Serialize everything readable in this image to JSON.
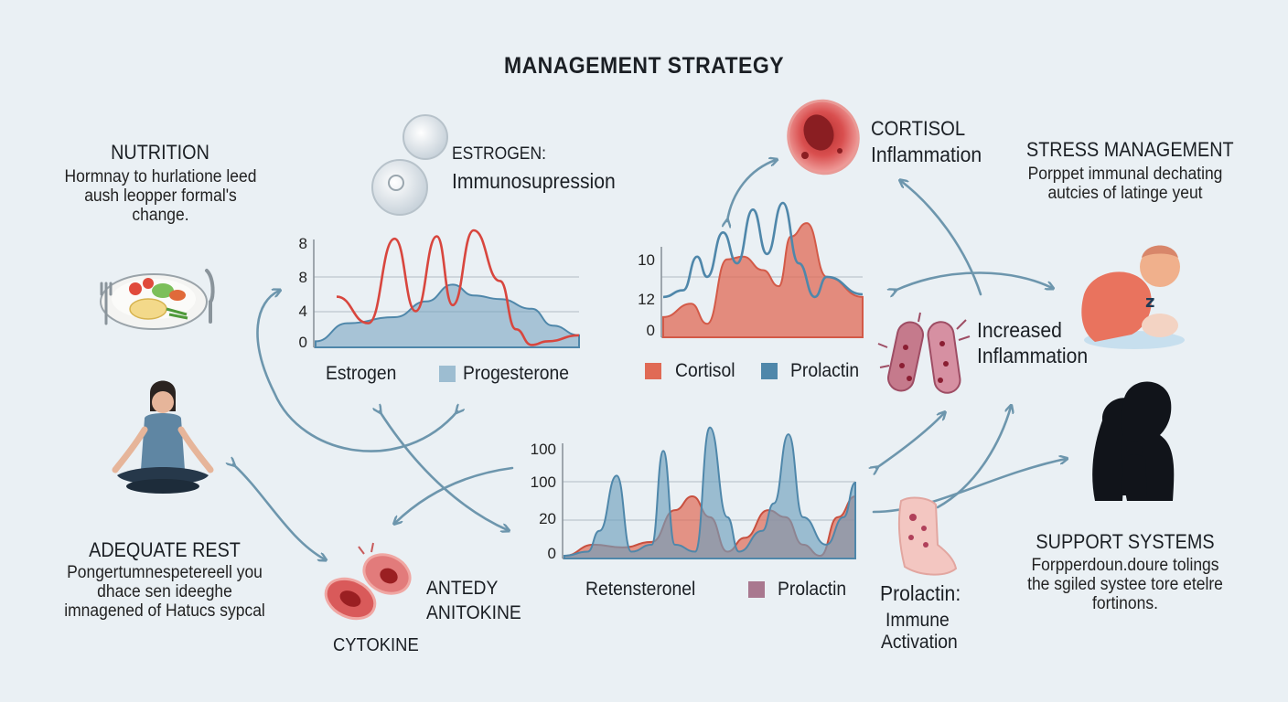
{
  "title": "MANAGEMENT STRATEGY",
  "colors": {
    "background": "#eaf0f4",
    "blue_series": "#6f9fbd",
    "red_series": "#e06a55",
    "purple_swatch": "#a9788f",
    "arrow": "#6d96ad"
  },
  "sections": {
    "nutrition": {
      "title": "NUTRITION",
      "body": "Hormnay to hurlatione leed aush leopper formal's change.",
      "icon": "food-plate-icon"
    },
    "adequate_rest": {
      "title": "ADEQUATE REST",
      "body": "Pongertumnespetereell you dhace sen ideeghe imnagened of Hatucs sypcal",
      "icon": "meditation-icon"
    },
    "stress_management": {
      "title": "STRESS MANAGEMENT",
      "body": "Porppet immunal dechating autcies of latinge yeut",
      "icon": "mother-baby-icon"
    },
    "support_systems": {
      "title": "SUPPORT SYSTEMS",
      "body": "Forpperdoun.doure tolings the sgiled systee tore etelre fortinons.",
      "icon": "family-silhouette-icon"
    }
  },
  "labels": {
    "estrogen_prefix": "ESTROGEN:",
    "estrogen_effect": "Immunosupression",
    "cortisol_prefix": "CORTISOL",
    "cortisol_effect": "Inflammation",
    "increased_1": "Increased",
    "increased_2": "Inflammation",
    "antedy": "ANTEDY",
    "anitokine": "ANITOKINE",
    "cytokine": "CYTOKINE",
    "prolactin_prefix": "Prolactin:",
    "prolactin_effect_1": "Immune",
    "prolactin_effect_2": "Activation"
  },
  "chart_data": [
    {
      "type": "line",
      "id": "estrogen-chart",
      "y_ticks": [
        "8",
        "8",
        "4",
        "0"
      ],
      "legend": [
        {
          "label": "Estrogen",
          "color": "#d8463e",
          "swatch": false
        },
        {
          "label": "Progesterone",
          "color": "#6f9fbd",
          "swatch": true
        }
      ],
      "series": [
        {
          "name": "Estrogen",
          "style": "line",
          "color": "#d8463e",
          "x": [
            0.08,
            0.2,
            0.3,
            0.38,
            0.46,
            0.52,
            0.6,
            0.7,
            0.76,
            0.82,
            0.88,
            1.0
          ],
          "y": [
            0.42,
            0.2,
            0.9,
            0.3,
            0.92,
            0.35,
            0.97,
            0.55,
            0.15,
            0.02,
            0.05,
            0.1
          ]
        },
        {
          "name": "Progesterone",
          "style": "area",
          "color": "#6f9fbd",
          "x": [
            0,
            0.12,
            0.3,
            0.42,
            0.52,
            0.6,
            0.7,
            0.82,
            0.9,
            1.0
          ],
          "y": [
            0.05,
            0.2,
            0.25,
            0.38,
            0.52,
            0.43,
            0.4,
            0.32,
            0.18,
            0.1
          ]
        }
      ]
    },
    {
      "type": "line",
      "id": "cortisol-chart",
      "y_ticks": [
        "10",
        "12",
        "0"
      ],
      "legend": [
        {
          "label": "Cortisol",
          "color": "#e06a55",
          "swatch": true
        },
        {
          "label": "Prolactin",
          "color": "#4f87aa",
          "swatch": true
        }
      ],
      "series": [
        {
          "name": "Cortisol",
          "style": "area",
          "color": "#e06a55",
          "x": [
            0,
            0.14,
            0.22,
            0.32,
            0.4,
            0.5,
            0.58,
            0.64,
            0.72,
            0.82,
            1.0
          ],
          "y": [
            0.15,
            0.25,
            0.1,
            0.58,
            0.6,
            0.5,
            0.38,
            0.75,
            0.85,
            0.45,
            0.3
          ]
        },
        {
          "name": "Prolactin",
          "style": "line",
          "color": "#4f87aa",
          "x": [
            0,
            0.1,
            0.17,
            0.22,
            0.3,
            0.37,
            0.45,
            0.52,
            0.6,
            0.68,
            0.76,
            0.82,
            1.0
          ],
          "y": [
            0.3,
            0.35,
            0.6,
            0.45,
            0.78,
            0.55,
            0.95,
            0.62,
            1.0,
            0.55,
            0.3,
            0.45,
            0.32
          ]
        }
      ]
    },
    {
      "type": "line",
      "id": "testosterone-chart",
      "y_ticks": [
        "100",
        "100",
        "20",
        "0"
      ],
      "legend": [
        {
          "label": "Retensteronel",
          "color": "#6f9fbd",
          "swatch": false
        },
        {
          "label": "Prolactin",
          "color": "#a9788f",
          "swatch": true
        }
      ],
      "series": [
        {
          "name": "Retensteronel",
          "style": "area",
          "color": "#6f9fbd",
          "x": [
            0,
            0.08,
            0.12,
            0.18,
            0.23,
            0.3,
            0.34,
            0.38,
            0.45,
            0.5,
            0.56,
            0.6,
            0.68,
            0.72,
            0.77,
            0.82,
            0.9,
            0.96,
            1.0
          ],
          "y": [
            0.02,
            0.05,
            0.2,
            0.6,
            0.05,
            0.1,
            0.78,
            0.1,
            0.05,
            0.95,
            0.3,
            0.05,
            0.2,
            0.4,
            0.9,
            0.3,
            0.1,
            0.3,
            0.55
          ]
        },
        {
          "name": "Prolactin",
          "style": "area",
          "color": "#e06a55",
          "x": [
            0,
            0.1,
            0.2,
            0.3,
            0.38,
            0.44,
            0.5,
            0.56,
            0.62,
            0.7,
            0.76,
            0.82,
            0.88,
            0.94,
            1.0
          ],
          "y": [
            0.02,
            0.1,
            0.08,
            0.12,
            0.35,
            0.45,
            0.3,
            0.05,
            0.15,
            0.35,
            0.3,
            0.1,
            0.02,
            0.3,
            0.45
          ]
        }
      ]
    }
  ]
}
